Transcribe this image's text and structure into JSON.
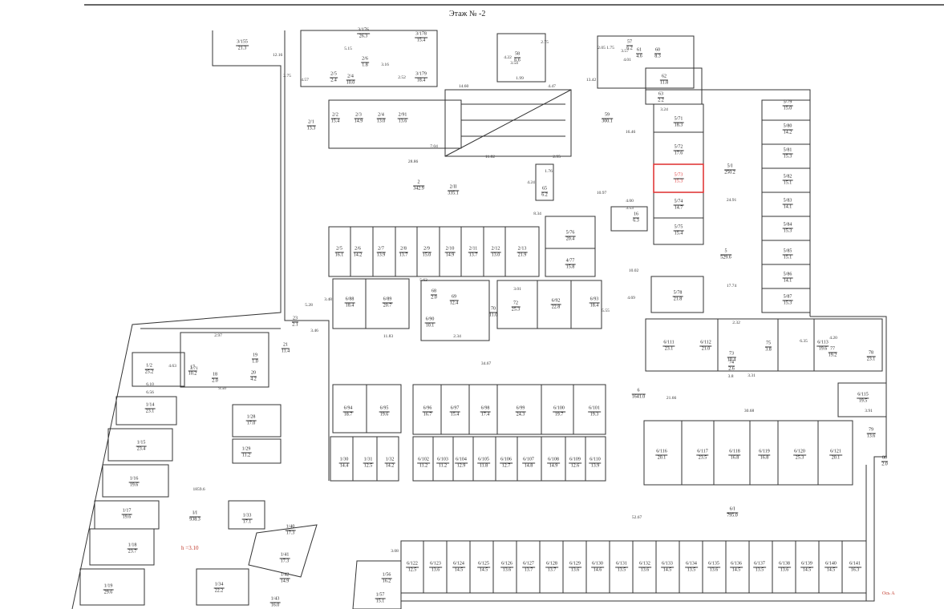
{
  "title": "Этаж № -2",
  "height_note": "h =3.10",
  "axis_note": "Ось А",
  "selected_color": "#e03a3a",
  "wall_color": "#333333",
  "rooms": [
    {
      "id": "3/155",
      "area": "21.3"
    },
    {
      "id": "3/176",
      "area": "26.3"
    },
    {
      "id": "3/178",
      "area": "15.4"
    },
    {
      "id": "2/6",
      "area": "1.8"
    },
    {
      "id": "2/5",
      "area": "2.4"
    },
    {
      "id": "2/4",
      "area": "10.0"
    },
    {
      "id": "3/179",
      "area": "18.4"
    },
    {
      "id": "2/1",
      "area": "13.3"
    },
    {
      "id": "2/2",
      "area": "15.4"
    },
    {
      "id": "2/3",
      "area": "14.9"
    },
    {
      "id": "2/4",
      "area": "13.0"
    },
    {
      "id": "2/91",
      "area": "13.6"
    },
    {
      "id": "59",
      "area": "300.1"
    },
    {
      "id": "61",
      "area": "4.6"
    },
    {
      "id": "60",
      "area": "8.3"
    },
    {
      "id": "57",
      "area": "6.2"
    },
    {
      "id": "58",
      "area": "6.6"
    },
    {
      "id": "62",
      "area": "11.8"
    },
    {
      "id": "63",
      "area": "2.2"
    },
    {
      "id": "5/71",
      "area": "18.3"
    },
    {
      "id": "5/72",
      "area": "17.6"
    },
    {
      "id": "5/73",
      "area": "15.3"
    },
    {
      "id": "5/74",
      "area": "14.7"
    },
    {
      "id": "5/75",
      "area": "15.4"
    },
    {
      "id": "5/79",
      "area": "15.0"
    },
    {
      "id": "5/80",
      "area": "14.2"
    },
    {
      "id": "5/81",
      "area": "15.3"
    },
    {
      "id": "5/82",
      "area": "15.1"
    },
    {
      "id": "5/83",
      "area": "14.1"
    },
    {
      "id": "5/84",
      "area": "15.3"
    },
    {
      "id": "5/85",
      "area": "15.1"
    },
    {
      "id": "5/86",
      "area": "14.1"
    },
    {
      "id": "5/87",
      "area": "15.3"
    },
    {
      "id": "5/I",
      "area": "250.2"
    },
    {
      "id": "2",
      "area": "342.9"
    },
    {
      "id": "2/II",
      "area": "335.1"
    },
    {
      "id": "65",
      "area": "6.2"
    },
    {
      "id": "16",
      "area": "6.3"
    },
    {
      "id": "5/76",
      "area": "20.4"
    },
    {
      "id": "4/77",
      "area": "15.8"
    },
    {
      "id": "5",
      "area": "529.6"
    },
    {
      "id": "2/5",
      "area": "16.1"
    },
    {
      "id": "2/6",
      "area": "14.2"
    },
    {
      "id": "2/7",
      "area": "13.9"
    },
    {
      "id": "2/8",
      "area": "13.7"
    },
    {
      "id": "2/9",
      "area": "15.0"
    },
    {
      "id": "2/10",
      "area": "14.9"
    },
    {
      "id": "2/11",
      "area": "13.7"
    },
    {
      "id": "2/12",
      "area": "13.0"
    },
    {
      "id": "2/13",
      "area": "21.9"
    },
    {
      "id": "6/88",
      "area": "18.4"
    },
    {
      "id": "6/89",
      "area": "20.7"
    },
    {
      "id": "68",
      "area": "2.0"
    },
    {
      "id": "69",
      "area": "12.4"
    },
    {
      "id": "6/90",
      "area": "10.1"
    },
    {
      "id": "70",
      "area": "11.0"
    },
    {
      "id": "72",
      "area": "25.3"
    },
    {
      "id": "6/92",
      "area": "22.8"
    },
    {
      "id": "6/93",
      "area": "18.4"
    },
    {
      "id": "5/78",
      "area": "21.8"
    },
    {
      "id": "6/111",
      "area": "23.1"
    },
    {
      "id": "6/112",
      "area": "21.0"
    },
    {
      "id": "75",
      "area": "3.8"
    },
    {
      "id": "73",
      "area": "10.4"
    },
    {
      "id": "74",
      "area": "2.6"
    },
    {
      "id": "6/113",
      "area": "19.6"
    },
    {
      "id": "77",
      "area": "19.2"
    },
    {
      "id": "78",
      "area": "23.1"
    },
    {
      "id": "1/2",
      "area": "25.2"
    },
    {
      "id": "17",
      "area": "10.2"
    },
    {
      "id": "18",
      "area": "2.0"
    },
    {
      "id": "19",
      "area": "1.0"
    },
    {
      "id": "20",
      "area": "4.2"
    },
    {
      "id": "21",
      "area": "11.4"
    },
    {
      "id": "23",
      "area": "2.1"
    },
    {
      "id": "1/14",
      "area": "23.1"
    },
    {
      "id": "1/28",
      "area": "17.0"
    },
    {
      "id": "1/15",
      "area": "23.4"
    },
    {
      "id": "1/29",
      "area": "11.2"
    },
    {
      "id": "1/30",
      "area": "14.4"
    },
    {
      "id": "1/31",
      "area": "12.5"
    },
    {
      "id": "1/32",
      "area": "14.2"
    },
    {
      "id": "6/94",
      "area": "18.7"
    },
    {
      "id": "6/95",
      "area": "19.6"
    },
    {
      "id": "6/96",
      "area": "16.7"
    },
    {
      "id": "6/97",
      "area": "15.4"
    },
    {
      "id": "6/98",
      "area": "17.4"
    },
    {
      "id": "6/99",
      "area": "24.3"
    },
    {
      "id": "6/100",
      "area": "19.7"
    },
    {
      "id": "6/101",
      "area": "19.3"
    },
    {
      "id": "6/102",
      "area": "11.2"
    },
    {
      "id": "6/103",
      "area": "11.2"
    },
    {
      "id": "6/104",
      "area": "12.9"
    },
    {
      "id": "6/105",
      "area": "11.8"
    },
    {
      "id": "6/106",
      "area": "12.7"
    },
    {
      "id": "6/107",
      "area": "14.8"
    },
    {
      "id": "6/108",
      "area": "14.9"
    },
    {
      "id": "6/109",
      "area": "12.6"
    },
    {
      "id": "6/110",
      "area": "13.9"
    },
    {
      "id": "6/115",
      "area": "19.5"
    },
    {
      "id": "79",
      "area": "13.6"
    },
    {
      "id": "80",
      "area": "2.0"
    },
    {
      "id": "6",
      "area": "1641.0"
    },
    {
      "id": "6/116",
      "area": "20.1"
    },
    {
      "id": "6/117",
      "area": "23.5"
    },
    {
      "id": "6/118",
      "area": "16.8"
    },
    {
      "id": "6/119",
      "area": "16.8"
    },
    {
      "id": "6/120",
      "area": "25.3"
    },
    {
      "id": "6/121",
      "area": "20.1"
    },
    {
      "id": "1/16",
      "area": "19.6"
    },
    {
      "id": "1/17",
      "area": "19.6"
    },
    {
      "id": "1/18",
      "area": "23.7"
    },
    {
      "id": "1/19",
      "area": "29.6"
    },
    {
      "id": "I/I",
      "area": "938.3"
    },
    {
      "id": "1/33",
      "area": "17.1"
    },
    {
      "id": "1/40",
      "area": "17.3"
    },
    {
      "id": "1/41",
      "area": "17.3"
    },
    {
      "id": "1/42",
      "area": "14.9"
    },
    {
      "id": "1/43",
      "area": "16.0"
    },
    {
      "id": "1/34",
      "area": "22.2"
    },
    {
      "id": "1/56",
      "area": "16.2"
    },
    {
      "id": "1/57",
      "area": "15.1"
    },
    {
      "id": "6/I",
      "area": "795.0"
    },
    {
      "id": "6/122",
      "area": "12.5"
    },
    {
      "id": "6/123",
      "area": "13.6"
    },
    {
      "id": "6/124",
      "area": "14.5"
    },
    {
      "id": "6/125",
      "area": "14.5"
    },
    {
      "id": "6/126",
      "area": "13.6"
    },
    {
      "id": "6/127",
      "area": "13.7"
    },
    {
      "id": "6/128",
      "area": "13.7"
    },
    {
      "id": "6/129",
      "area": "13.6"
    },
    {
      "id": "6/130",
      "area": "14.6"
    },
    {
      "id": "6/131",
      "area": "13.5"
    },
    {
      "id": "6/132",
      "area": "13.6"
    },
    {
      "id": "6/133",
      "area": "14.5"
    },
    {
      "id": "6/134",
      "area": "13.5"
    },
    {
      "id": "6/135",
      "area": "13.6"
    },
    {
      "id": "6/136",
      "area": "14.5"
    },
    {
      "id": "6/137",
      "area": "13.5"
    },
    {
      "id": "6/138",
      "area": "13.6"
    },
    {
      "id": "6/139",
      "area": "14.5"
    },
    {
      "id": "6/140",
      "area": "14.5"
    },
    {
      "id": "6/141",
      "area": "16.3"
    }
  ],
  "dimensions": [
    "12.16",
    "5.15",
    "4.57",
    "2.75",
    "3.16",
    "2.52",
    "14.60",
    "4.47",
    "13.42",
    "1.99",
    "3.54",
    "4.22",
    "2.75",
    "1.75",
    "3.57",
    "4.01",
    "2.05",
    "3.24",
    "16.46",
    "28.86",
    "7.04",
    "11.82",
    "2.95",
    "1.76",
    "4.24",
    "8.34",
    "10.97",
    "4.00",
    "3.53",
    "24.91",
    "10.02",
    "17.74",
    "4.69",
    "5.63",
    "3.01",
    "3.48",
    "5.28",
    "3.46",
    "5.55",
    "2.34",
    "11.83",
    "34.67",
    "2.32",
    "4.20",
    "6.35",
    "3.8",
    "3.31",
    "4.63",
    "6.10",
    "6.56",
    "9.50",
    "21.66",
    "30.68",
    "3.91",
    "1859.6",
    "52.67",
    "3.08",
    "2.71",
    "2.97"
  ]
}
